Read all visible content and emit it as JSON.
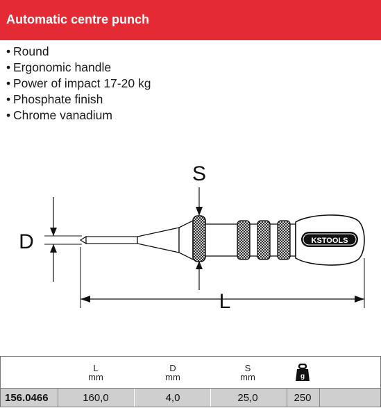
{
  "header": {
    "title": "Automatic centre punch",
    "color": "#e32a35"
  },
  "features": [
    "Round",
    "Ergonomic handle",
    "Power of impact 17-20 kg",
    "Phosphate finish",
    "Chrome vanadium"
  ],
  "drawing": {
    "label_s": "S",
    "label_d": "D",
    "label_l": "L",
    "brand": "KSTOOLS"
  },
  "table": {
    "columns": [
      {
        "letter": "L",
        "unit": "mm"
      },
      {
        "letter": "D",
        "unit": "mm"
      },
      {
        "letter": "S",
        "unit": "mm"
      }
    ],
    "weight_icon": "weight-icon",
    "weight_unit": "g",
    "row": {
      "article": "156.0466",
      "L": "160,0",
      "D": "4,0",
      "S": "25,0",
      "weight": "250"
    }
  }
}
